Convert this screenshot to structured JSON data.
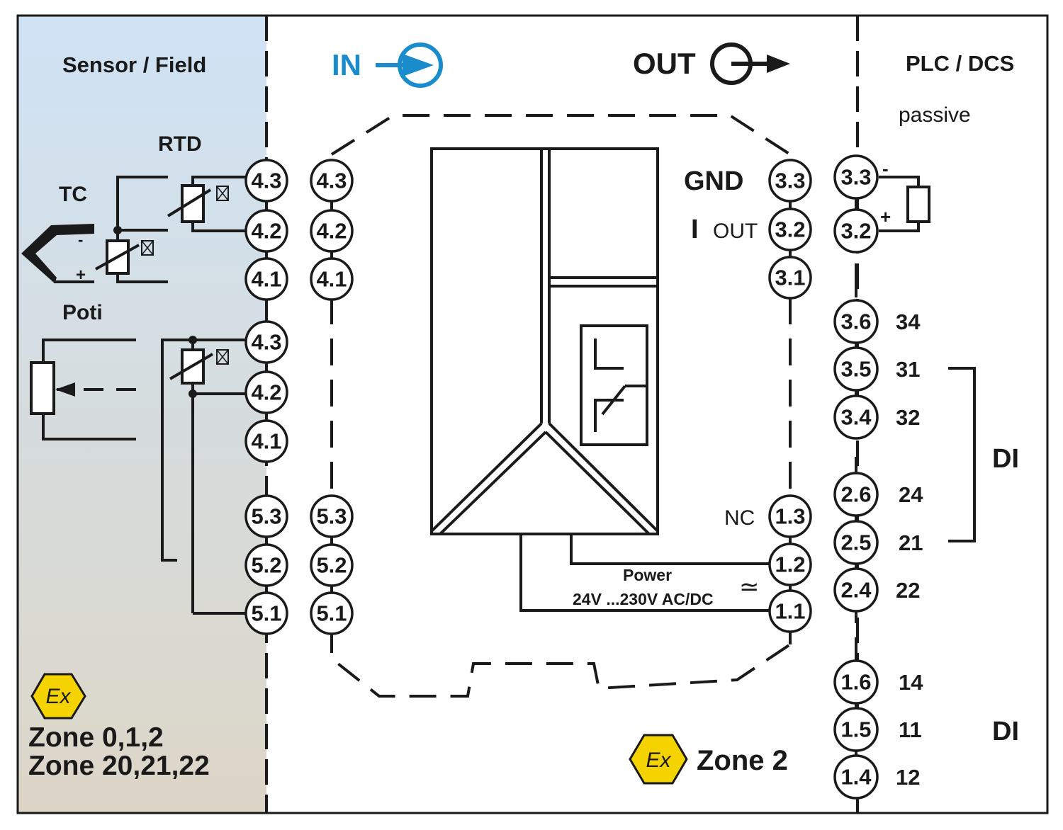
{
  "sections": {
    "sensor_field": "Sensor / Field",
    "plc_dcs": "PLC / DCS",
    "passive": "passive"
  },
  "io": {
    "in_label": "IN",
    "out_label": "OUT"
  },
  "sensors": {
    "rtd": "RTD",
    "tc": "TC",
    "poti": "Poti",
    "minus": "-",
    "plus": "+"
  },
  "output": {
    "gnd": "GND",
    "i_prefix": "I",
    "i_suffix": "OUT",
    "nc": "NC",
    "minus": "-",
    "plus": "+"
  },
  "power": {
    "label": "Power",
    "range": "24V ...230V AC/DC",
    "symbol": "≃"
  },
  "zones": {
    "ex_symbol": "Ex",
    "field_line1": "Zone 0,1,2",
    "field_line2": "Zone 20,21,22",
    "device": "Zone 2"
  },
  "terminals": {
    "left_outer": [
      "4.3",
      "4.2",
      "4.1",
      "4.3",
      "4.2",
      "4.1",
      "5.3",
      "5.2",
      "5.1"
    ],
    "left_inner": [
      "4.3",
      "4.2",
      "4.1",
      "5.3",
      "5.2",
      "5.1"
    ],
    "right_inner": [
      "3.3",
      "3.2",
      "3.1",
      "1.3",
      "1.2",
      "1.1"
    ],
    "plc": [
      "3.3",
      "3.2",
      "3.6",
      "3.5",
      "3.4",
      "2.6",
      "2.5",
      "2.4",
      "1.6",
      "1.5",
      "1.4"
    ]
  },
  "contacts": {
    "numbers": [
      "34",
      "31",
      "32",
      "24",
      "21",
      "22",
      "14",
      "11",
      "12"
    ],
    "di_label_1": "DI",
    "di_label_2": "DI"
  },
  "colors": {
    "in_blue": "#1a8ccc",
    "ex_yellow": "#f5d300",
    "gradient_top": "#cfe3f5",
    "gradient_bottom": "#ddd6c7"
  }
}
